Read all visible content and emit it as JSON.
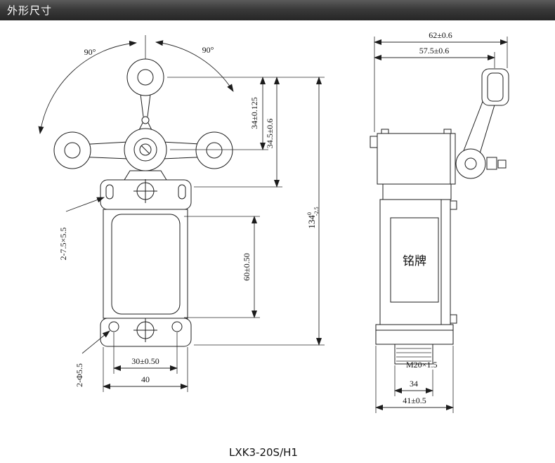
{
  "header": {
    "title": "外形尺寸"
  },
  "footer": {
    "model": "LXK3-20S/H1"
  },
  "front_view": {
    "angle_left": "90°",
    "angle_right": "90°",
    "dim_lever_radius": "34±0.125",
    "dim_head_height": "34.5±0.6",
    "dim_total_height_main": "134",
    "dim_total_height_tol_upper": "0",
    "dim_total_height_tol_lower": "-2.5",
    "dim_hole_spacing_vertical": "60±0.50",
    "dim_hole_spacing_horizontal": "30±0.50",
    "dim_body_width": "40",
    "note_slots": "2-7.5×5.5",
    "note_holes": "2-Φ5.5"
  },
  "side_view": {
    "dim_overall_width": "62±0.6",
    "dim_body_width": "57.5±0.6",
    "nameplate": "铭牌",
    "thread_label": "M20×1.5",
    "dim_conduit_width": "34",
    "dim_base_width": "41±0.5"
  }
}
